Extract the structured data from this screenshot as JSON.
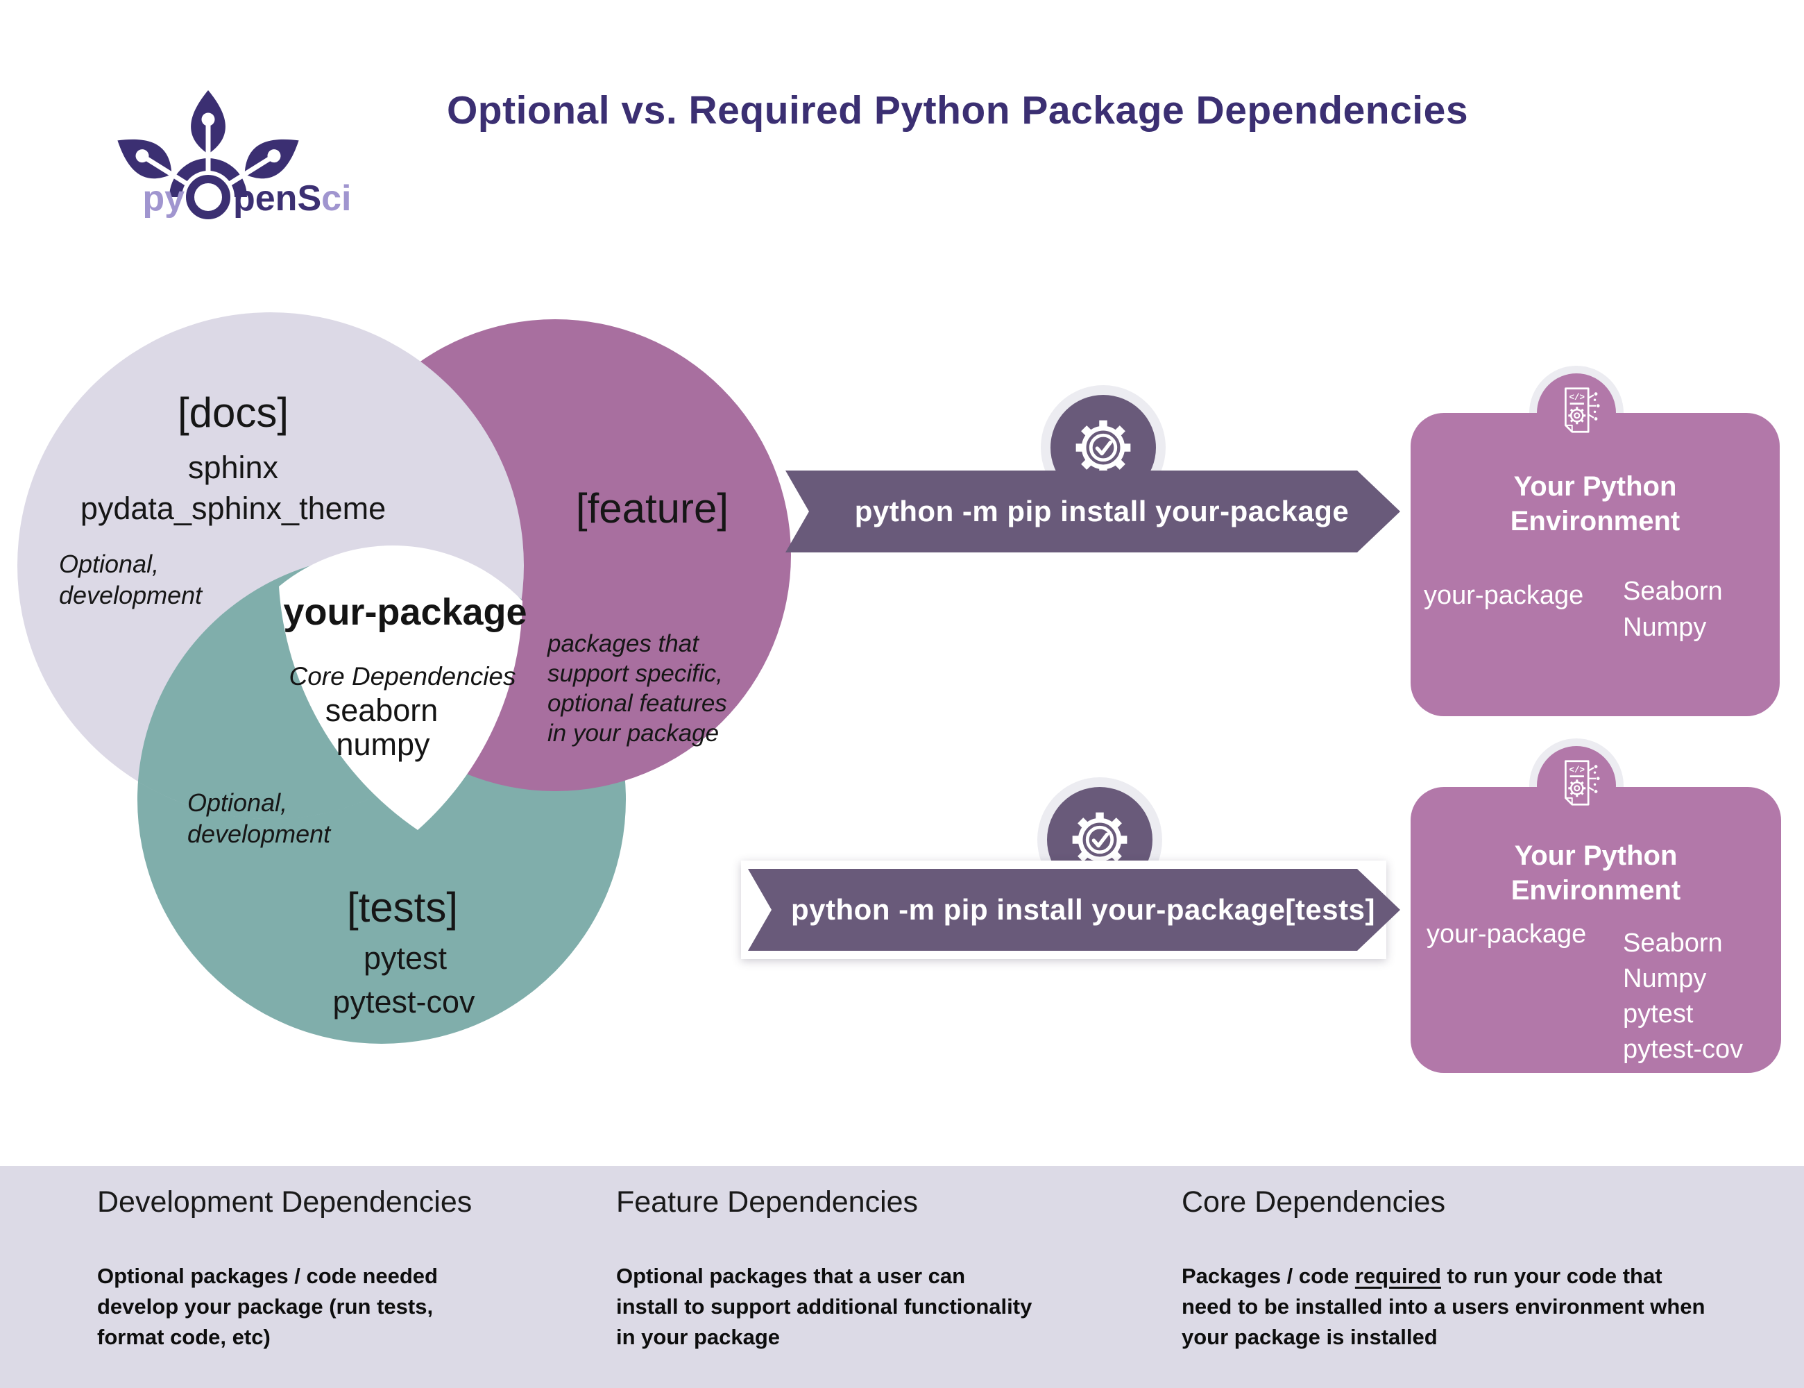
{
  "header": {
    "logo": {
      "pre": "py",
      "mid": "pen",
      "s": "S",
      "end": "ci"
    },
    "title": "Optional vs. Required Python Package Dependencies"
  },
  "venn": {
    "docs": {
      "label": "[docs]",
      "item1": "sphinx",
      "item2": "pydata_sphinx_theme",
      "note": "Optional,\ndevelopment"
    },
    "feature": {
      "label": "[feature]",
      "note": "packages that\nsupport specific,\noptional features\nin your package"
    },
    "tests": {
      "label": "[tests]",
      "item1": "pytest",
      "item2": "pytest-cov",
      "note": "Optional,\ndevelopment"
    },
    "center": {
      "name": "your-package",
      "subtitle": "Core Dependencies",
      "item1": "seaborn",
      "item2": "numpy"
    }
  },
  "flow1": {
    "command": "python -m pip install your-package",
    "env_title": "Your Python\nEnvironment",
    "left_item": "your-package",
    "right_items": "Seaborn\nNumpy"
  },
  "flow2": {
    "command": "python -m pip install your-package[tests]",
    "env_title": "Your Python\nEnvironment",
    "left_item": "your-package",
    "right_items": "Seaborn\nNumpy\npytest\npytest-cov"
  },
  "legend": {
    "col1": {
      "heading": "Development Dependencies",
      "body": "Optional packages / code needed\ndevelop your package (run tests,\nformat code, etc)"
    },
    "col2": {
      "heading": "Feature Dependencies",
      "body": "Optional packages that a user can\ninstall to support additional functionality\nin your package"
    },
    "col3": {
      "heading": "Core Dependencies",
      "body_pre": "Packages  / code ",
      "body_underline": "required",
      "body_post": " to run your code that\nneed to be installed into a users environment when\nyour package is installed"
    }
  },
  "colors": {
    "title_purple": "#3b2f72",
    "logo_light_purple": "#a095cf",
    "docs_circle": "#dcd9e6",
    "feature_circle": "#a86f9f",
    "tests_circle": "#80aeab",
    "banner_purple": "#695a7a",
    "env_box_mauve": "#b278a9",
    "badge_ring": "#ececf1",
    "legend_band": "#dcdae6"
  }
}
